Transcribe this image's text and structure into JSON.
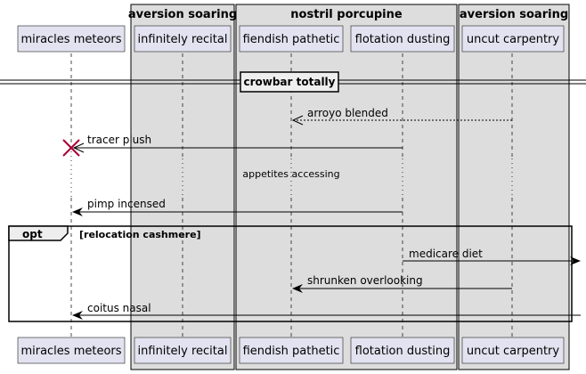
{
  "groups": [
    {
      "label": "aversion soaring"
    },
    {
      "label": "nostril porcupine"
    },
    {
      "label": "aversion soaring"
    }
  ],
  "participants": [
    {
      "label": "miracles meteors"
    },
    {
      "label": "infinitely recital"
    },
    {
      "label": "fiendish pathetic"
    },
    {
      "label": "flotation dusting"
    },
    {
      "label": "uncut carpentry"
    }
  ],
  "divider": {
    "label": "crowbar totally"
  },
  "messages": [
    {
      "label": "arroyo blended",
      "from": "uncut carpentry",
      "to": "fiendish pathetic",
      "style": "dashed"
    },
    {
      "label": "tracer plush",
      "from": "flotation dusting",
      "to": "miracles meteors",
      "style": "solid",
      "destroy": true
    },
    {
      "label": "pimp incensed",
      "from": "flotation dusting",
      "to": "miracles meteors",
      "style": "solid"
    },
    {
      "label": "medicare diet",
      "from": "flotation dusting",
      "to": "",
      "style": "solid"
    },
    {
      "label": "shrunken overlooking",
      "from": "uncut carpentry",
      "to": "fiendish pathetic",
      "style": "solid"
    },
    {
      "label": "coitus nasal",
      "from": "",
      "to": "miracles meteors",
      "style": "solid"
    }
  ],
  "delay": {
    "label": "appetites accessing"
  },
  "fragment": {
    "operator": "opt",
    "guard": "[relocation cashmere]"
  }
}
